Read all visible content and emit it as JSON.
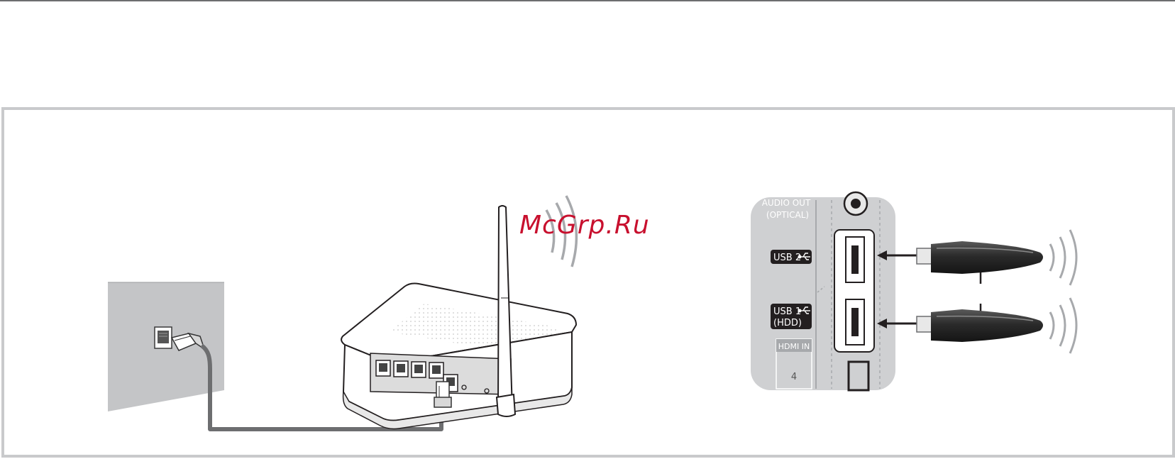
{
  "watermark": "McGrp.Ru",
  "tv_panel": {
    "audio_out_label": "AUDIO OUT",
    "optical_label": "(OPTICAL)",
    "usb2_label": "USB 2",
    "usb1_label": "USB 1",
    "hdd_label": "(HDD)",
    "hdmi_label": "HDMI IN",
    "hdmi_number": "4"
  },
  "icons": {
    "usb_symbol": "usb-icon",
    "wireless_waves": "wifi-waves-icon",
    "antenna": "antenna-icon"
  },
  "colors": {
    "frame": "#c9cacc",
    "cable": "#6d6e70",
    "panel": "#cfd0d2",
    "label_bg": "#231f20",
    "dongle": "#2b2b2b",
    "watermark": "#c8102e"
  }
}
